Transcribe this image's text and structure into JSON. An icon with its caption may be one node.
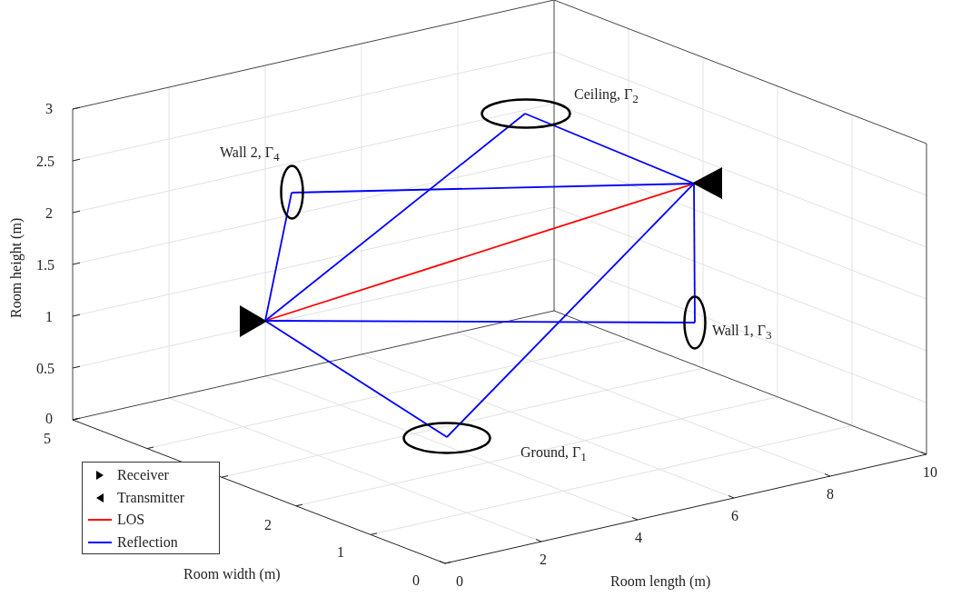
{
  "diagram": {
    "nodes": [
      {
        "text": [],
        "shape": "triangle"
      },
      {
        "text": [],
        "shape": "triangle"
      },
      {
        "text": [],
        "shape": "ellipse",
        "beside": [
          "Ceiling, Γ$_{2}$"
        ]
      },
      {
        "text": [],
        "shape": "ellipse",
        "beside": [
          "Wall 2, Γ$_{4}$"
        ]
      },
      {
        "text": [],
        "shape": "ellipse",
        "beside": [
          "Wall 1, Γ$_{3}$"
        ]
      },
      {
        "text": [],
        "shape": "ellipse",
        "beside": [
          "Ground, Γ$_{1}$"
        ]
      }
    ],
    "edges": [
      {
        "from": 1,
        "to": 0,
        "arrow": "none",
        "color": "#ff0000"
      },
      {
        "from": 1,
        "to": 2,
        "arrow": "none"
      },
      {
        "from": 2,
        "to": 0,
        "arrow": "none"
      },
      {
        "from": 1,
        "to": 3,
        "arrow": "none"
      },
      {
        "from": 3,
        "to": 0,
        "arrow": "none"
      },
      {
        "from": 1,
        "to": 4,
        "arrow": "none"
      },
      {
        "from": 4,
        "to": 0,
        "arrow": "none"
      },
      {
        "from": 1,
        "to": 5,
        "arrow": "none"
      },
      {
        "from": 5,
        "to": 0,
        "arrow": "none"
      }
    ],
    "labels": [
      "Room height (m)",
      "3",
      "2.5",
      "2",
      "1.5",
      "1",
      "0.5",
      "0",
      "5",
      "2",
      "1",
      "0",
      "0",
      "2",
      "4",
      "6",
      "8",
      "10",
      "Room width (m)",
      "Room length (m)"
    ],
    "legend": [
      {
        "text": "Receiver"
      },
      {
        "text": "Transmitter"
      },
      {
        "text": "LOS"
      },
      {
        "text": "Reflection"
      }
    ]
  }
}
